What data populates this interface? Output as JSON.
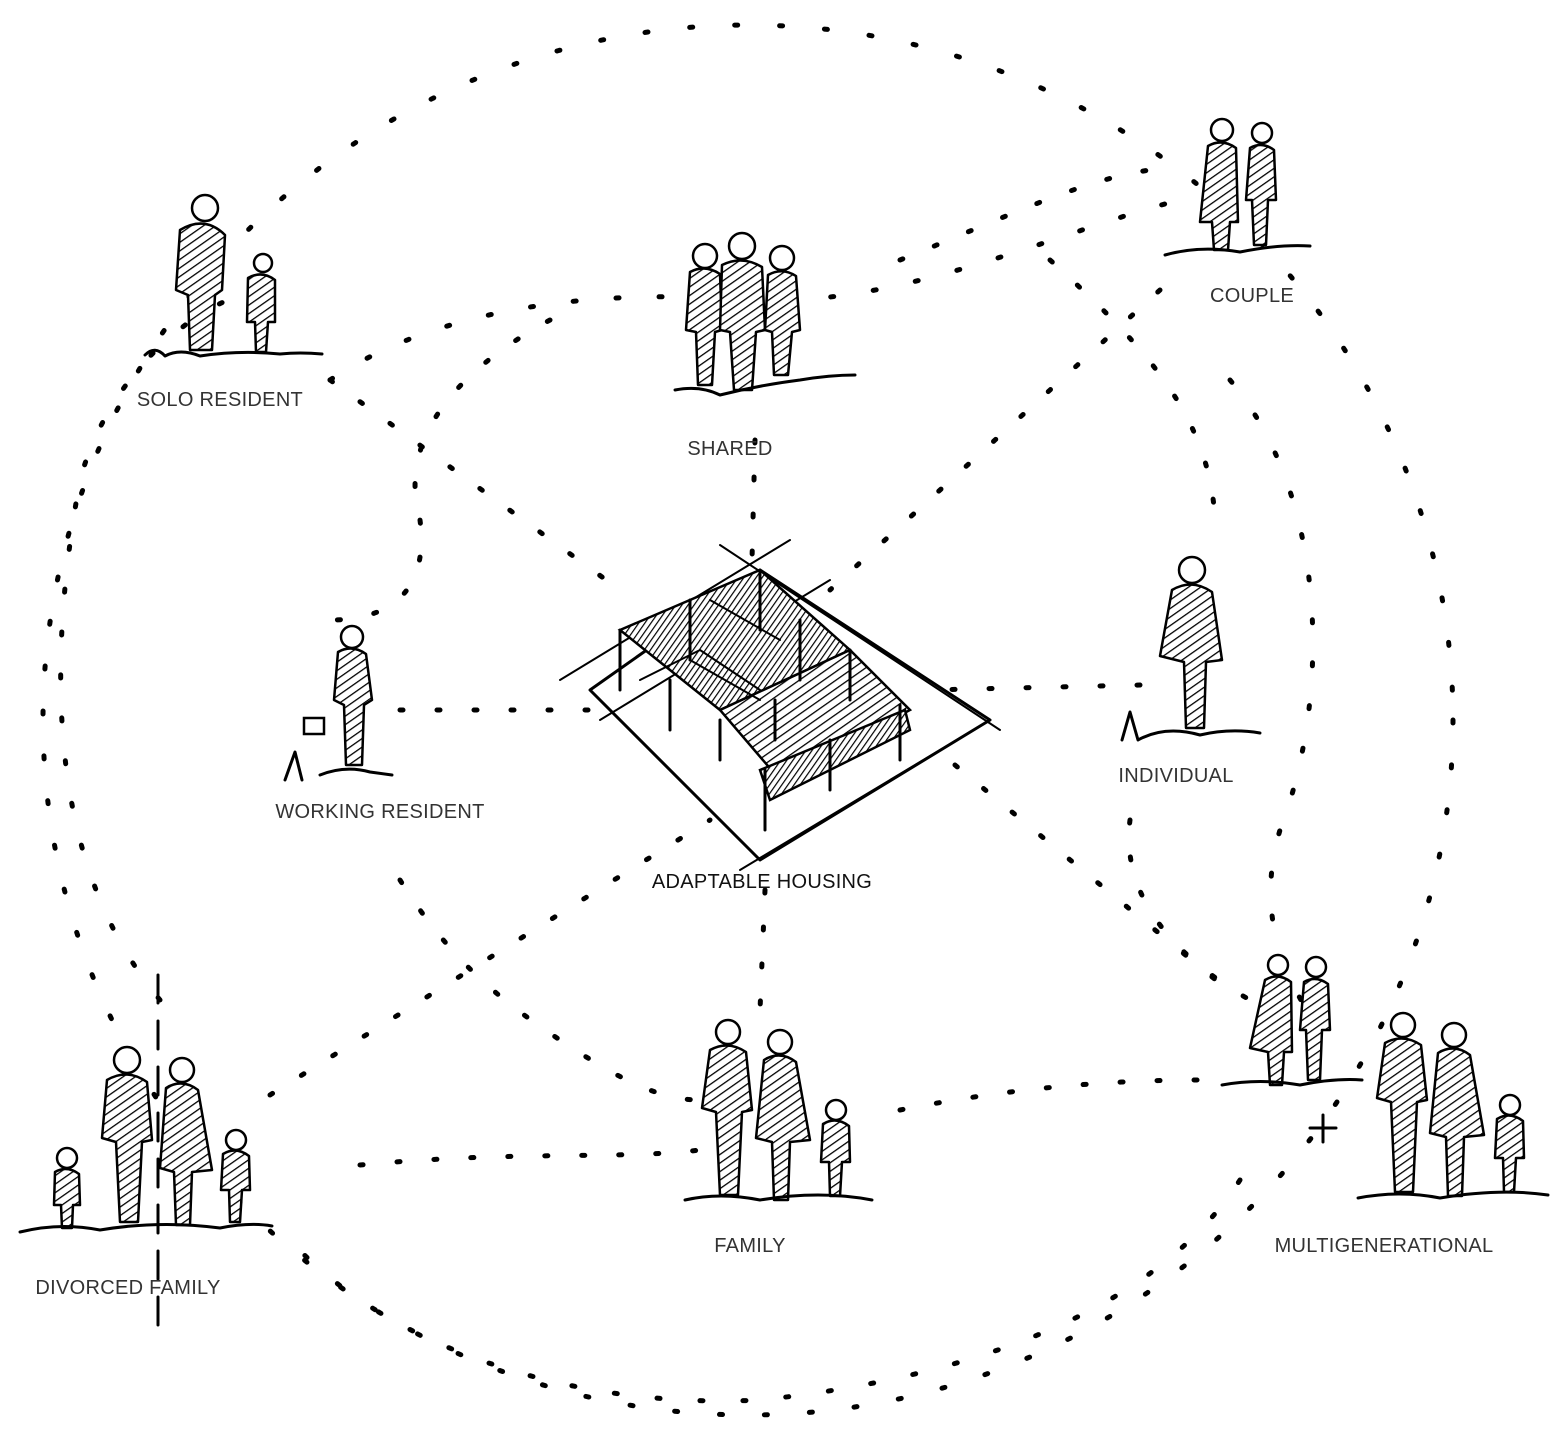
{
  "diagram": {
    "center": {
      "label": "ADAPTABLE HOUSING",
      "icon": "housing-plan-sketch"
    },
    "nodes": [
      {
        "id": "solo-resident",
        "label": "SOLO RESIDENT",
        "icon": "adult-with-child-sketch"
      },
      {
        "id": "shared",
        "label": "SHARED",
        "icon": "three-people-sketch"
      },
      {
        "id": "couple",
        "label": "COUPLE",
        "icon": "couple-sketch"
      },
      {
        "id": "working-resident",
        "label": "WORKING RESIDENT",
        "icon": "person-with-briefcase-sketch"
      },
      {
        "id": "individual",
        "label": "INDIVIDUAL",
        "icon": "single-person-sketch"
      },
      {
        "id": "divorced-family",
        "label": "DIVORCED FAMILY",
        "icon": "split-family-sketch"
      },
      {
        "id": "family",
        "label": "FAMILY",
        "icon": "family-sketch"
      },
      {
        "id": "multigenerational",
        "label": "MULTIGENERATIONAL",
        "icon": "couple-plus-family-sketch"
      }
    ],
    "ink_color": "#000000",
    "label_color": "#333333"
  }
}
